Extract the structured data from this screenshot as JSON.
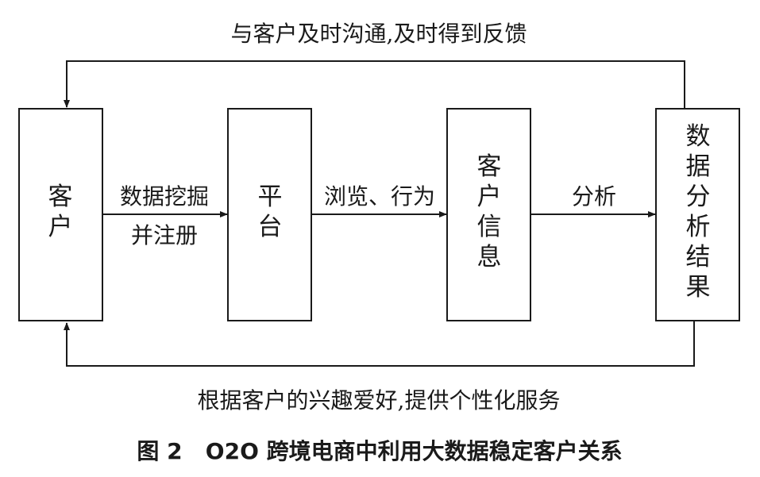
{
  "diagram": {
    "top_feedback": "与客户及时沟通,及时得到反馈",
    "bottom_feedback": "根据客户的兴趣爱好,提供个性化服务",
    "boxes": {
      "customer": [
        "客",
        "户"
      ],
      "platform": [
        "平",
        "台"
      ],
      "customer_info": [
        "客",
        "户",
        "信",
        "息"
      ],
      "analysis_result": [
        "数",
        "据",
        "分",
        "析",
        "结",
        "果"
      ]
    },
    "arrows": {
      "customer_to_platform": [
        "数据挖掘",
        "并注册"
      ],
      "platform_to_info": [
        "浏览、行为"
      ],
      "info_to_result": [
        "分析"
      ]
    }
  },
  "caption": "图 2   O2O 跨境电商中利用大数据稳定客户关系"
}
